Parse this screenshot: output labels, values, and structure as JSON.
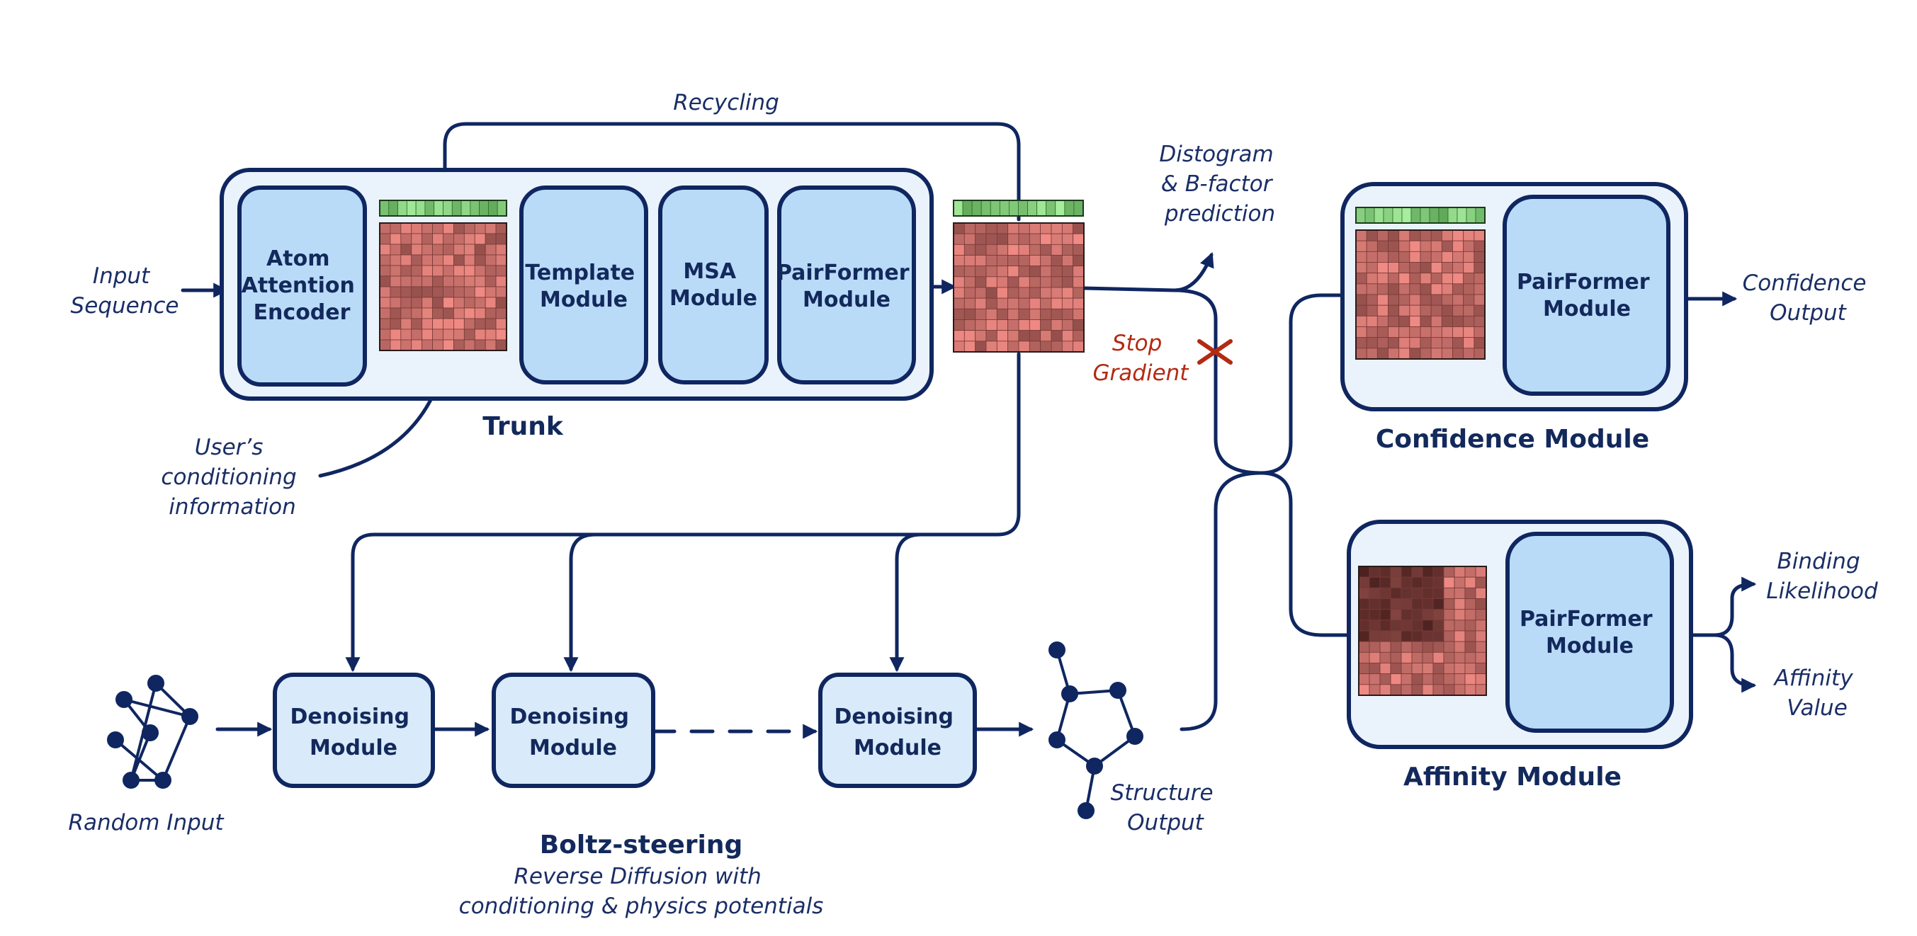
{
  "colors": {
    "navy": "#0f2660",
    "container_fill": "#eaf3fc",
    "module_fill": "#b9dbf8",
    "denoise_fill": "#d9ebfa",
    "stop_red": "#b32a12",
    "pair_light": "#e07a75",
    "pair_dark": "#5c2a27",
    "single_green": "#8fe28a"
  },
  "trunk": {
    "title": "Trunk",
    "modules": {
      "atom_encoder": [
        "Atom",
        "Attention",
        "Encoder"
      ],
      "template": [
        "Template",
        "Module"
      ],
      "msa": [
        "MSA",
        "Module"
      ],
      "pairformer": [
        "PairFormer",
        "Module"
      ]
    }
  },
  "labels": {
    "input_sequence": [
      "Input",
      "Sequence"
    ],
    "recycling": "Recycling",
    "conditioning": [
      "User’s",
      "conditioning",
      "information"
    ],
    "distogram": [
      "Distogram",
      "& B-factor",
      "prediction"
    ],
    "stop_gradient": [
      "Stop",
      "Gradient"
    ],
    "random_input": "Random Input",
    "structure_output": [
      "Structure",
      "Output"
    ],
    "confidence_output": [
      "Confidence",
      "Output"
    ],
    "binding_likelihood": [
      "Binding",
      "Likelihood"
    ],
    "affinity_value": [
      "Affinity",
      "Value"
    ]
  },
  "denoising": {
    "module_label": [
      "Denoising",
      "Module"
    ],
    "title": "Boltz-steering",
    "subtitle": [
      "Reverse Diffusion with",
      "conditioning & physics potentials"
    ]
  },
  "confidence": {
    "title": "Confidence Module",
    "pairformer": [
      "PairFormer",
      "Module"
    ]
  },
  "affinity": {
    "title": "Affinity Module",
    "pairformer": [
      "PairFormer",
      "Module"
    ]
  },
  "icons": [
    "pair-representation-grid-icon",
    "single-representation-bar-icon",
    "molecule-graph-icon",
    "stop-gradient-cross-icon"
  ]
}
